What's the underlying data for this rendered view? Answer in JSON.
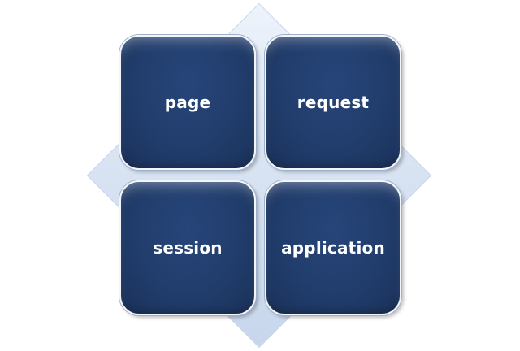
{
  "diagram": {
    "type": "matrix",
    "cells": [
      {
        "label": "page"
      },
      {
        "label": "request"
      },
      {
        "label": "session"
      },
      {
        "label": "application"
      }
    ],
    "colors": {
      "cell_fill": "#213d6c",
      "cell_border": "#f2f5fa",
      "diamond_fill": "#d9e4f3",
      "text": "#ffffff"
    }
  }
}
